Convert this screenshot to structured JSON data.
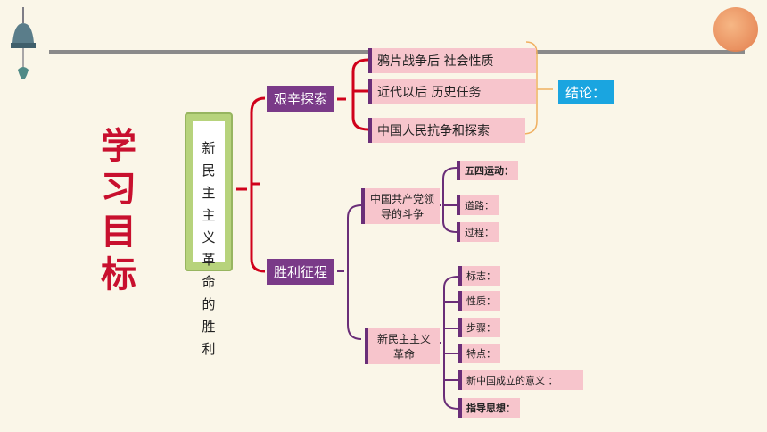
{
  "page_title_vertical": "学习目标",
  "scroll_text": "新民主主义革命的胜利",
  "level1": {
    "a": "艰辛探索",
    "b": "胜利征程"
  },
  "hardship_items": [
    "鸦片战争后 社会性质",
    "近代以后 历史任务",
    "中国人民抗争和探索"
  ],
  "conclusion": "结论：",
  "party_struggle": {
    "label": "中国共产党领导的斗争",
    "items": [
      "五四运动：",
      "道路：",
      "过程："
    ]
  },
  "new_democratic": {
    "label": "新民主主义革命",
    "items": [
      "标志：",
      "性质：",
      "步骤：",
      "特点：",
      "新中国成立的意义 ：",
      "指导思想："
    ]
  },
  "colors": {
    "accent_red": "#c8102e",
    "purple": "#7a3a88",
    "pink": "#f7c5cc",
    "blue": "#1aa5e0"
  }
}
